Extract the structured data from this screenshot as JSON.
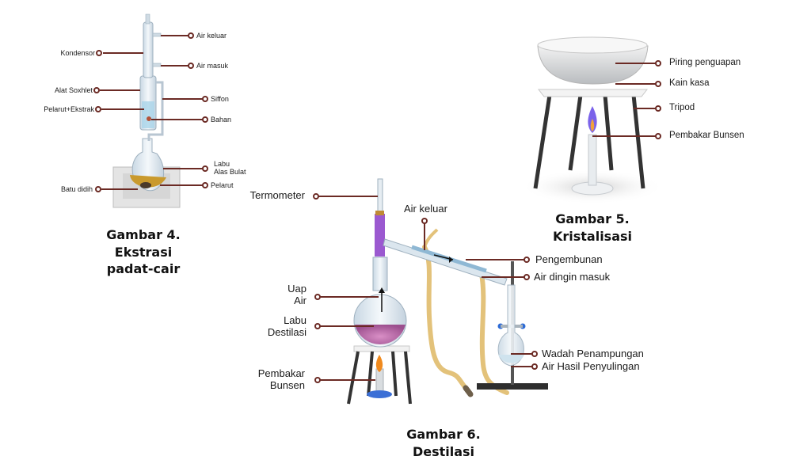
{
  "soxhlet": {
    "caption_line1": "Gambar 4. Ekstrasi",
    "caption_line2": "padat-cair",
    "labels": {
      "air_keluar": "Air keluar",
      "kondensor": "Kondensor",
      "air_masuk": "Air masuk",
      "alat_soxhlet": "Alat Soxhlet",
      "siffon": "Siffon",
      "pelarut_ekstrak": "Pelarut+Ekstrak",
      "bahan": "Bahan",
      "labu_line1": "Labu",
      "labu_line2": "Alas Bulat",
      "batu_didih": "Batu didih",
      "pelarut": "Pelarut"
    }
  },
  "kristalisasi": {
    "caption": "Gambar 5. Kristalisasi",
    "labels": {
      "piring": "Piring penguapan",
      "kain_kasa": "Kain kasa",
      "tripod": "Tripod",
      "pembakar": "Pembakar Bunsen"
    }
  },
  "destilasi": {
    "caption": "Gambar 6. Destilasi",
    "labels": {
      "termometer": "Termometer",
      "air_keluar": "Air keluar",
      "pengembunan": "Pengembunan",
      "air_dingin_masuk": "Air dingin masuk",
      "uap_line1": "Uap",
      "uap_line2": "Air",
      "labu_line1": "Labu",
      "labu_line2": "Destilasi",
      "wadah": "Wadah Penampungan",
      "air_hasil": "Air Hasil Penyulingan",
      "pembakar_line1": "Pembakar",
      "pembakar_line2": "Bunsen"
    }
  },
  "colors": {
    "pointer": "#6b2a24",
    "hose": "#e3c27a",
    "stand": "#2e2e2e",
    "glass": "#dde8f0",
    "liquid_soxhlet": "#c99a2e",
    "liquid_flask": "#b9629a",
    "thermometer": "#9b59d0",
    "flame": "#6a5be0"
  }
}
